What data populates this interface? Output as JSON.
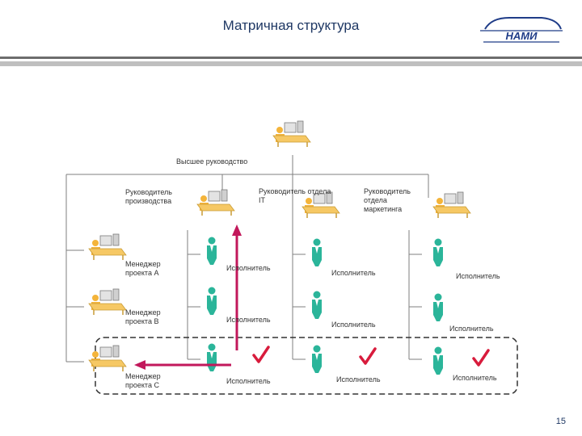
{
  "slide": {
    "title": "Матричная структура",
    "page_number": "15"
  },
  "logo": {
    "text": "НАМИ",
    "color": "#1f3c88"
  },
  "colors": {
    "title": "#1f3864",
    "rule_dark": "#6d6d6d",
    "rule_light": "#bfbfbf",
    "line": "#7f7f7f",
    "arrow": "#c2185b",
    "check": "#d81b3c",
    "person": "#2bb59a",
    "desk": "#f6c864"
  },
  "diagram": {
    "top_manager": "Высшее руководство",
    "departments": [
      "Руководитель\nпроизводства",
      "Руководитель отдела\nIT",
      "Руководитель\nотдела\nмаркетинга"
    ],
    "project_managers": [
      "Менеджер\nпроекта А",
      "Менеджер\nпроекта В",
      "Менеджер\nпроекта С"
    ],
    "executor": "Исполнитель"
  }
}
